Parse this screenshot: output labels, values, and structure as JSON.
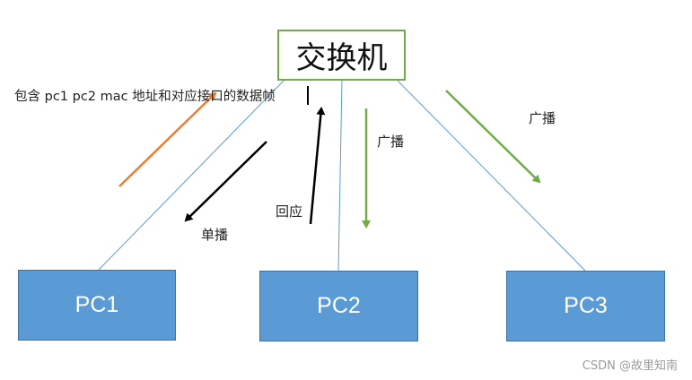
{
  "switch": {
    "label": "交换机"
  },
  "pcs": [
    {
      "label": "PC1"
    },
    {
      "label": "PC2"
    },
    {
      "label": "PC3"
    }
  ],
  "annotations": {
    "frame_info": "包含 pc1 pc2 mac 地址和对应接口的数据帧",
    "unicast": "单播",
    "reply": "回应",
    "broadcast_pc2": "广播",
    "broadcast_pc3": "广播"
  },
  "colors": {
    "link_line": "#5b9bd5",
    "arrow_orange": "#ed7d31",
    "arrow_black": "#000000",
    "arrow_green": "#70ad47",
    "pc_fill": "#5b9bd5",
    "switch_border": "#70ad47"
  },
  "watermark": "CSDN @故里知南"
}
